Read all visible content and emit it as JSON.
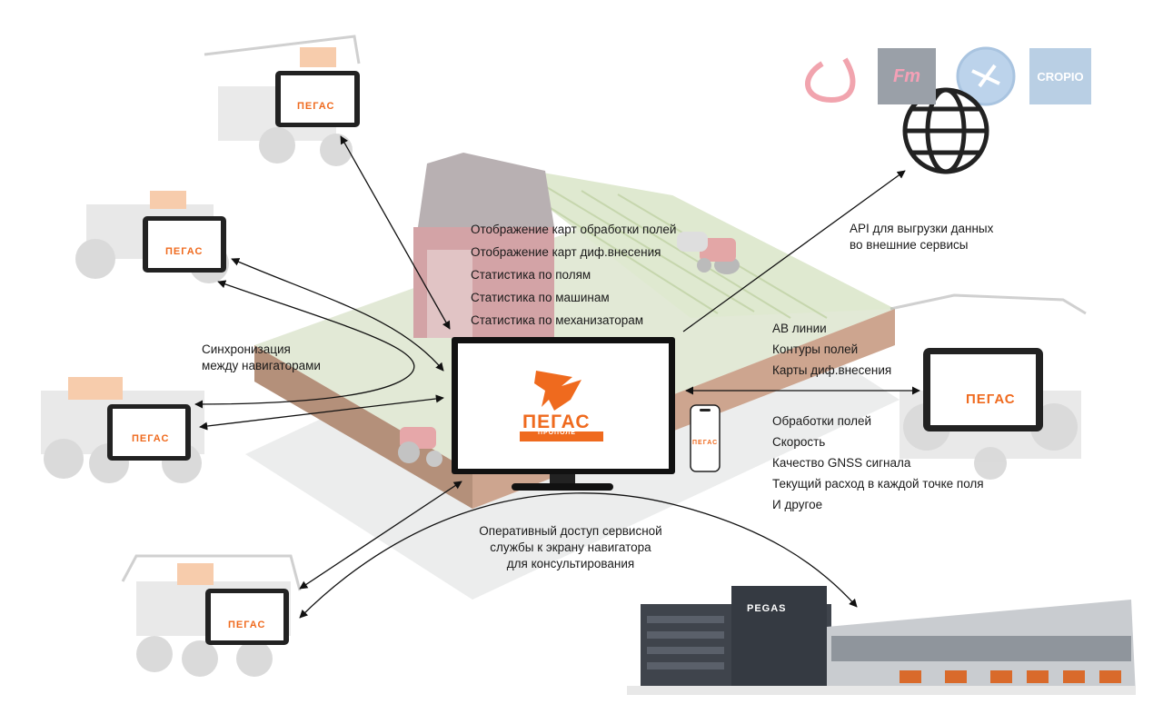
{
  "colors": {
    "brand_orange": "#ef6a1e",
    "arrow": "#111111",
    "farm_red": "#c4494e",
    "field_green": "#d6e7bc"
  },
  "features_list": [
    "Отображение карт обработки полей",
    "Отображение карт диф.внесения",
    "Статистика по полям",
    "Статистика по машинам",
    "Статистика по механизаторам"
  ],
  "sync_label": {
    "line1": "Синхронизация",
    "line2": "между навигаторами"
  },
  "api_label": {
    "line1": "API для выгрузки данных",
    "line2": "во внешние сервисы"
  },
  "to_tablet_list": [
    "АВ линии",
    "Контуры полей",
    "Карты диф.внесения"
  ],
  "from_tablet_list": [
    "Обработки полей",
    "Скорость",
    "Качество GNSS сигнала",
    "Текущий расход в каждой точке поля",
    "И другое"
  ],
  "service_label": {
    "line1": "Оперативный доступ сервисной",
    "line2": "службы к экрану навигатора",
    "line3": "для консультирования"
  },
  "brand": {
    "name": "ПЕГАС",
    "sub": "ПРОПОЛЕ",
    "building_sign": "PEGAS"
  },
  "external_services": {
    "fm": "Fm",
    "cropio": "CROPIO"
  },
  "icons": {
    "globe": "globe-icon",
    "monitor": "monitor-icon",
    "phone": "smartphone-icon",
    "tablet": "tablet-icon"
  }
}
